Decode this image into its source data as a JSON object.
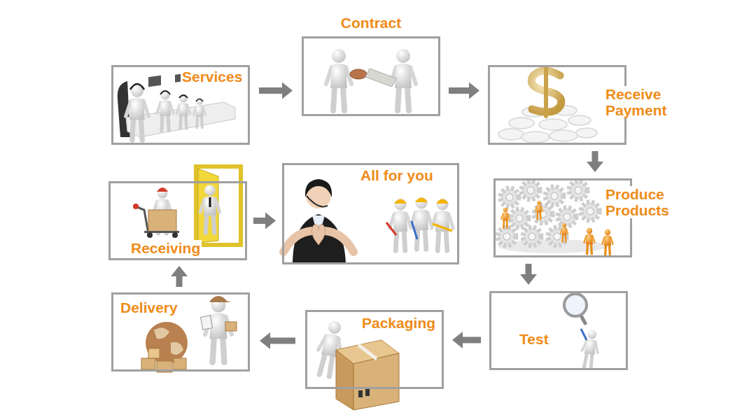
{
  "diagram": {
    "nodes": [
      {
        "text": [
          "Services"
        ]
      },
      {
        "text": [
          "Contract"
        ]
      },
      {
        "text": [
          "Receive Payment"
        ]
      },
      {
        "text": [
          "Receiving"
        ]
      },
      {
        "text": [
          "All for you"
        ]
      },
      {
        "text": [
          "Produce Products"
        ]
      },
      {
        "text": [
          "Delivery"
        ]
      },
      {
        "text": [
          "Packaging"
        ]
      },
      {
        "text": [
          "Test"
        ]
      }
    ],
    "edges": [
      {
        "from": 0,
        "to": 1,
        "arrow": "to"
      },
      {
        "from": 1,
        "to": 2,
        "arrow": "to"
      },
      {
        "from": 2,
        "to": 5,
        "arrow": "to"
      },
      {
        "from": 5,
        "to": 8,
        "arrow": "to"
      },
      {
        "from": 8,
        "to": 7,
        "arrow": "to"
      },
      {
        "from": 7,
        "to": 6,
        "arrow": "to"
      },
      {
        "from": 6,
        "to": 3,
        "arrow": "to"
      },
      {
        "from": 3,
        "to": 4,
        "arrow": "to"
      }
    ]
  }
}
